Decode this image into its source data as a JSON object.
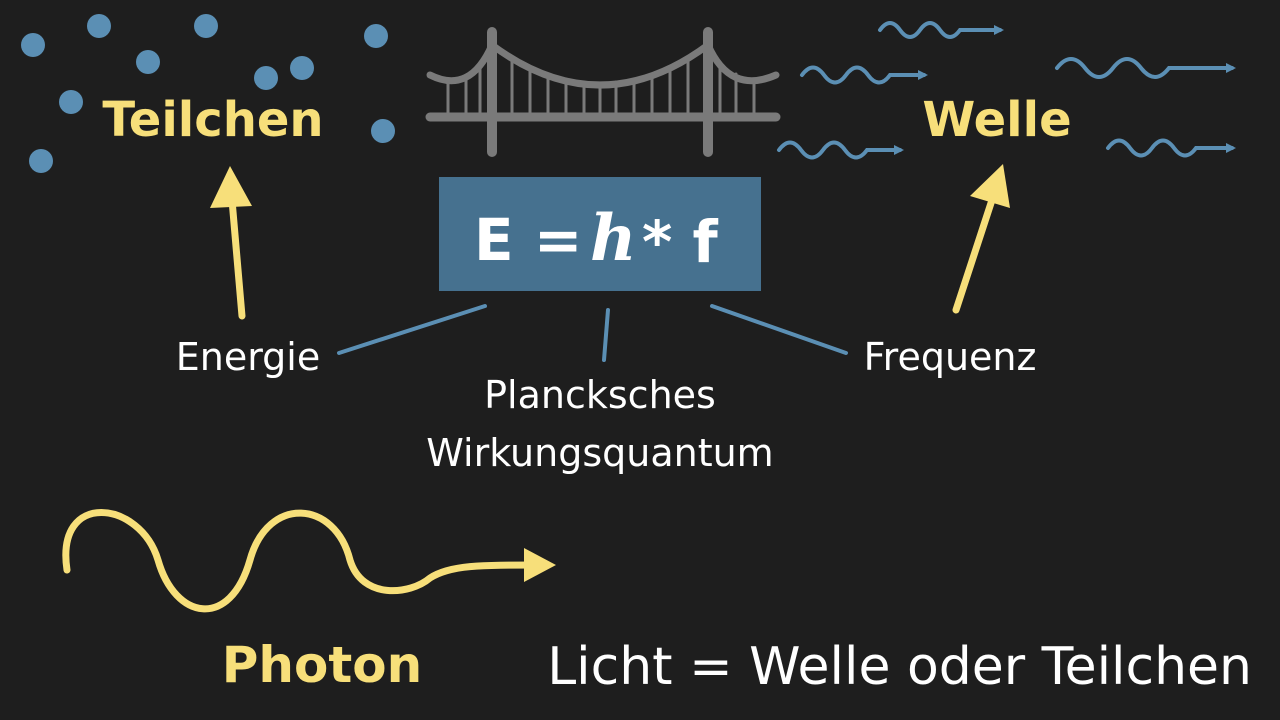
{
  "labels": {
    "particle": "Teilchen",
    "wave": "Welle",
    "energy": "Energie",
    "frequency": "Frequenz",
    "planck_line1": "Plancksches",
    "planck_line2": "Wirkungsquantum",
    "photon": "Photon",
    "statement": "Licht = Welle oder Teilchen"
  },
  "formula": {
    "lhs": "E =",
    "h": "h",
    "rhs": "* f"
  },
  "icons": [
    "particle-dots-icon",
    "bridge-icon",
    "wave-arrows-icon",
    "photon-wave-icon"
  ],
  "colors": {
    "background": "#1e1e1e",
    "accent_yellow": "#f7df7a",
    "accent_blue": "#5b8fb4",
    "formula_box": "#46718f",
    "bridge_gray": "#7a7a7a",
    "text_white": "#ffffff"
  }
}
